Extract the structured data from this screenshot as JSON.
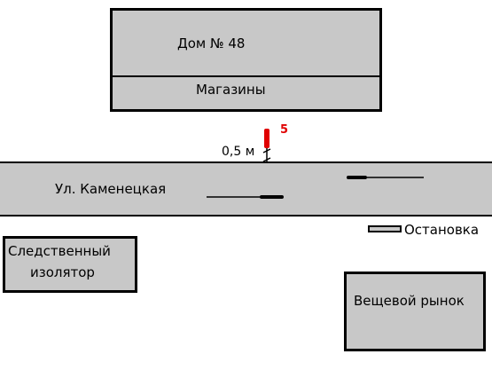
{
  "house": {
    "number_label": "Дом № 48",
    "shops_label": "Магазины"
  },
  "street": {
    "name": "Ул. Каменецкая"
  },
  "marker": {
    "number": "5",
    "distance": "0,5 м"
  },
  "bus_stop": {
    "label": "Остановка"
  },
  "detention_center": {
    "line1": "Следственный",
    "line2": "изолятор"
  },
  "clothing_market": {
    "label": "Вещевой рынок"
  },
  "colors": {
    "building_fill": "#c8c8c8",
    "outline": "#000000",
    "marker_red": "#e00000",
    "background": "#ffffff"
  }
}
